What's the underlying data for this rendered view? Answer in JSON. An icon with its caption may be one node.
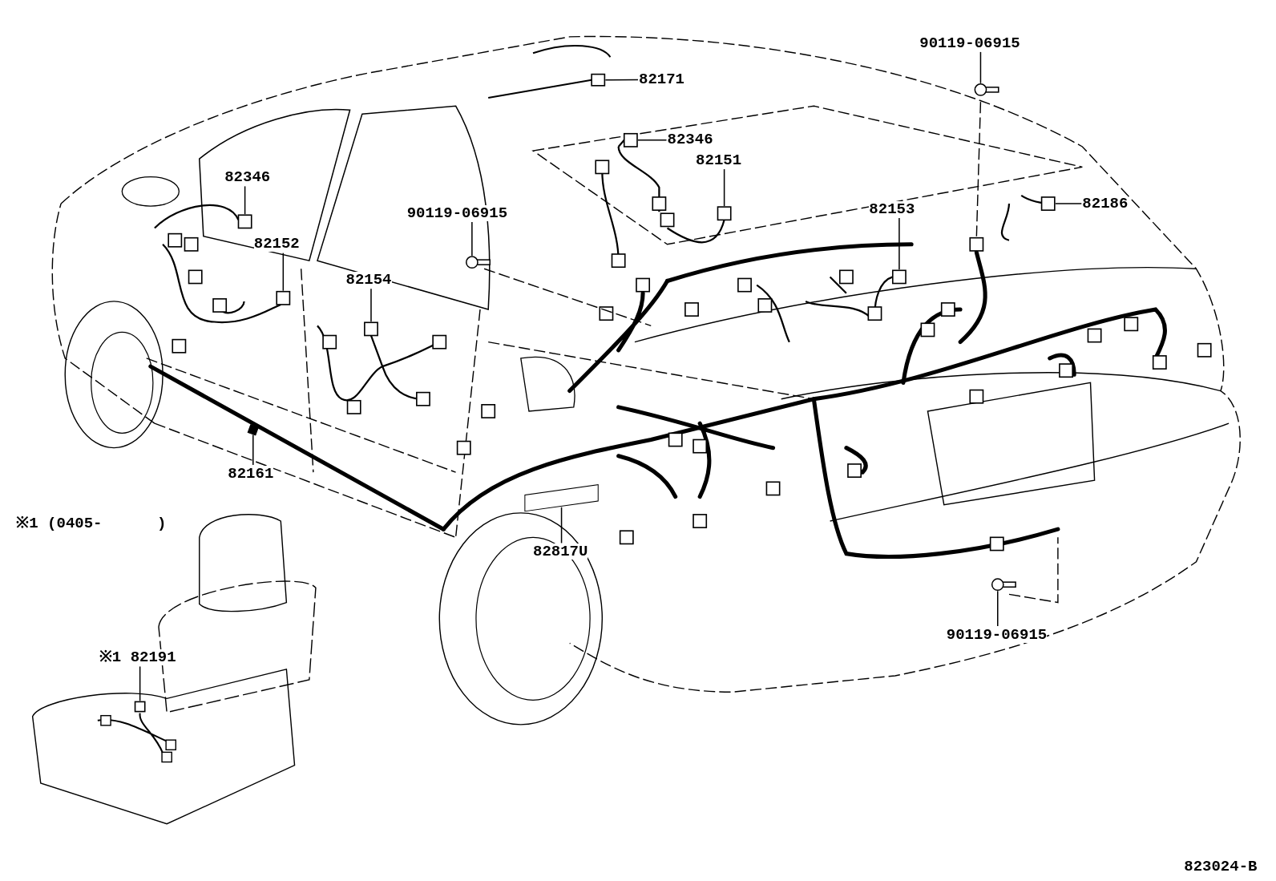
{
  "diagram": {
    "nodes": [
      {
        "text": [
          "82171"
        ]
      },
      {
        "text": [
          "90119-06915"
        ]
      },
      {
        "text": [
          "82346"
        ]
      },
      {
        "text": [
          "82151"
        ]
      },
      {
        "text": [
          "82186"
        ]
      },
      {
        "text": [
          "82346"
        ]
      },
      {
        "text": [
          "90119-06915"
        ]
      },
      {
        "text": [
          "82153"
        ]
      },
      {
        "text": [
          "82152"
        ]
      },
      {
        "text": [
          "82154"
        ]
      },
      {
        "text": [
          "82161"
        ]
      },
      {
        "text": [
          "82817U"
        ]
      },
      {
        "text": [
          "90119-06915"
        ]
      },
      {
        "text": [
          "※1 82191"
        ]
      },
      {
        "text": [],
        "shape": "box"
      },
      {
        "text": [],
        "shape": "picture"
      },
      {
        "text": [],
        "shape": "box"
      },
      {
        "text": [],
        "shape": "box"
      },
      {
        "text": [],
        "shape": "box"
      },
      {
        "text": [],
        "shape": "box"
      },
      {
        "text": [],
        "shape": "picture"
      },
      {
        "text": [],
        "shape": "box"
      },
      {
        "text": [],
        "shape": "box"
      },
      {
        "text": [],
        "shape": "box"
      },
      {
        "text": [],
        "shape": "bar"
      },
      {
        "text": [],
        "shape": "box"
      },
      {
        "text": [],
        "shape": "picture"
      },
      {
        "text": [],
        "shape": "box"
      }
    ],
    "edges": [
      {
        "from": 0,
        "to": 14,
        "arrow": "none"
      },
      {
        "from": 1,
        "to": 15,
        "arrow": "none"
      },
      {
        "from": 2,
        "to": 16,
        "arrow": "none"
      },
      {
        "from": 3,
        "to": 17,
        "arrow": "none"
      },
      {
        "from": 4,
        "to": 18,
        "arrow": "none"
      },
      {
        "from": 5,
        "to": 19,
        "arrow": "none"
      },
      {
        "from": 6,
        "to": 20,
        "arrow": "none"
      },
      {
        "from": 7,
        "to": 21,
        "arrow": "none"
      },
      {
        "from": 8,
        "to": 22,
        "arrow": "none"
      },
      {
        "from": 9,
        "to": 23,
        "arrow": "none"
      },
      {
        "from": 10,
        "to": 24,
        "arrow": "none"
      },
      {
        "from": 11,
        "to": 25,
        "arrow": "none"
      },
      {
        "from": 12,
        "to": 26,
        "arrow": "none"
      },
      {
        "from": 13,
        "to": 27,
        "arrow": "none"
      }
    ],
    "labels": [
      "※1 (0405-      )",
      "823024-B"
    ]
  }
}
